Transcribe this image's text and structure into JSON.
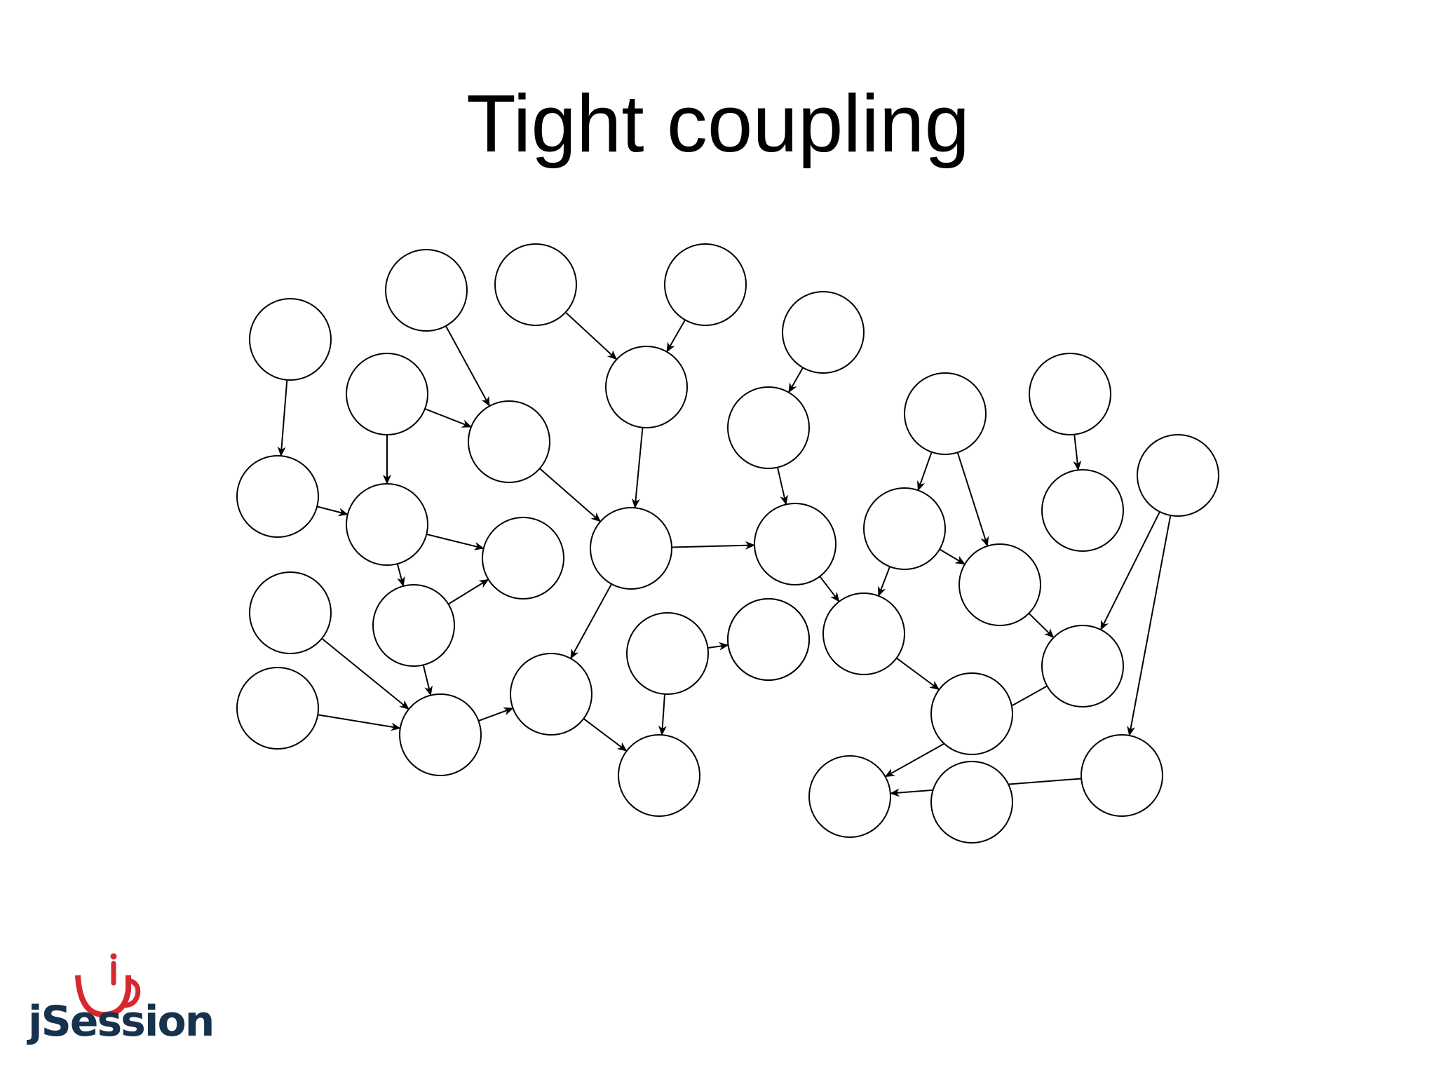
{
  "slide": {
    "title": "Tight coupling"
  },
  "logo": {
    "text": "jSession",
    "text_color": "#17324d",
    "cup_color": "#d7282f"
  },
  "graph": {
    "node_color": "#000000",
    "edge_color": "#000000",
    "nodes": [
      "n1",
      "n2",
      "n3",
      "n4",
      "n5",
      "n6",
      "n7",
      "n8",
      "n9",
      "n10",
      "n11",
      "n12",
      "n13",
      "n14",
      "n15",
      "n16",
      "n17",
      "n18",
      "n19",
      "n20",
      "n21",
      "n22",
      "n23",
      "n24",
      "n25",
      "n26",
      "n27",
      "n28",
      "n29",
      "n30",
      "n31",
      "n32",
      "n33",
      "n34",
      "n35",
      "n36",
      "n37",
      "n38",
      "n39",
      "n40"
    ],
    "edges": [
      [
        "n1",
        "n8"
      ],
      [
        "n2",
        "n10"
      ],
      [
        "n3",
        "n11"
      ],
      [
        "n4",
        "n11"
      ],
      [
        "n5",
        "n12"
      ],
      [
        "n6",
        "n10"
      ],
      [
        "n6",
        "n9"
      ],
      [
        "n9",
        "n18"
      ],
      [
        "n10",
        "n13"
      ],
      [
        "n11",
        "n13"
      ],
      [
        "n12",
        "n14"
      ],
      [
        "n7",
        "n20"
      ],
      [
        "n7",
        "n21"
      ],
      [
        "n8",
        "n9"
      ],
      [
        "n9",
        "n15"
      ],
      [
        "n9",
        "n17"
      ],
      [
        "n17",
        "n15"
      ],
      [
        "n13",
        "n14"
      ],
      [
        "n13",
        "n26"
      ],
      [
        "n14",
        "n25"
      ],
      [
        "n22",
        "n25"
      ],
      [
        "n22",
        "n31"
      ],
      [
        "n16",
        "n21"
      ],
      [
        "n16",
        "n31"
      ],
      [
        "n31",
        "n34"
      ],
      [
        "n19",
        "n34"
      ],
      [
        "n19",
        "n35"
      ],
      [
        "n23",
        "n24"
      ],
      [
        "n23",
        "n39"
      ],
      [
        "n25",
        "n30"
      ],
      [
        "n26",
        "n28"
      ],
      [
        "n17",
        "n29"
      ],
      [
        "n27",
        "n29"
      ],
      [
        "n29",
        "n28"
      ],
      [
        "n28",
        "n39"
      ],
      [
        "n34",
        "n37"
      ],
      [
        "n35",
        "n37"
      ],
      [
        "n36",
        "n37"
      ],
      [
        "n20",
        "n38"
      ],
      [
        "n33",
        "n38"
      ]
    ]
  }
}
